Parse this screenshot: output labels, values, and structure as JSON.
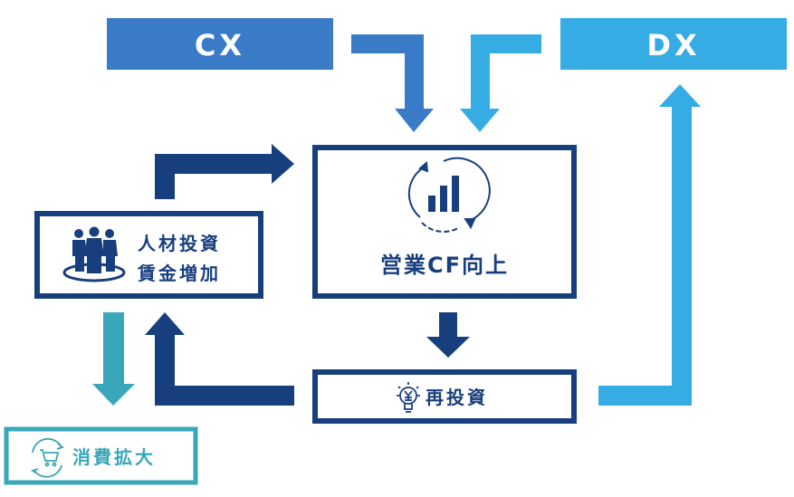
{
  "colors": {
    "navy": "#173f7e",
    "cx": "#3a7bc8",
    "dx": "#36ace4",
    "teal": "#3aa6b9"
  },
  "nodes": {
    "cx": {
      "label": "CX"
    },
    "dx": {
      "label": "DX"
    },
    "operating_cf": {
      "label": "営業CF向上",
      "icon": "bar-chart-cycle-icon"
    },
    "hr_investment": {
      "line1": "人材投資",
      "line2": "賃金増加",
      "icon": "business-people-icon"
    },
    "reinvestment": {
      "label": "再投資",
      "icon": "lightbulb-yen-icon"
    },
    "consumption": {
      "label": "消費拡大",
      "icon": "shopping-cart-cycle-icon"
    }
  },
  "edges": [
    {
      "from": "CX",
      "to": "営業CF向上"
    },
    {
      "from": "DX",
      "to": "営業CF向上"
    },
    {
      "from": "人材投資 賃金増加",
      "to": "営業CF向上"
    },
    {
      "from": "営業CF向上",
      "to": "再投資"
    },
    {
      "from": "再投資",
      "to": "人材投資 賃金増加"
    },
    {
      "from": "再投資",
      "to": "DX"
    },
    {
      "from": "人材投資 賃金増加",
      "to": "消費拡大"
    }
  ]
}
